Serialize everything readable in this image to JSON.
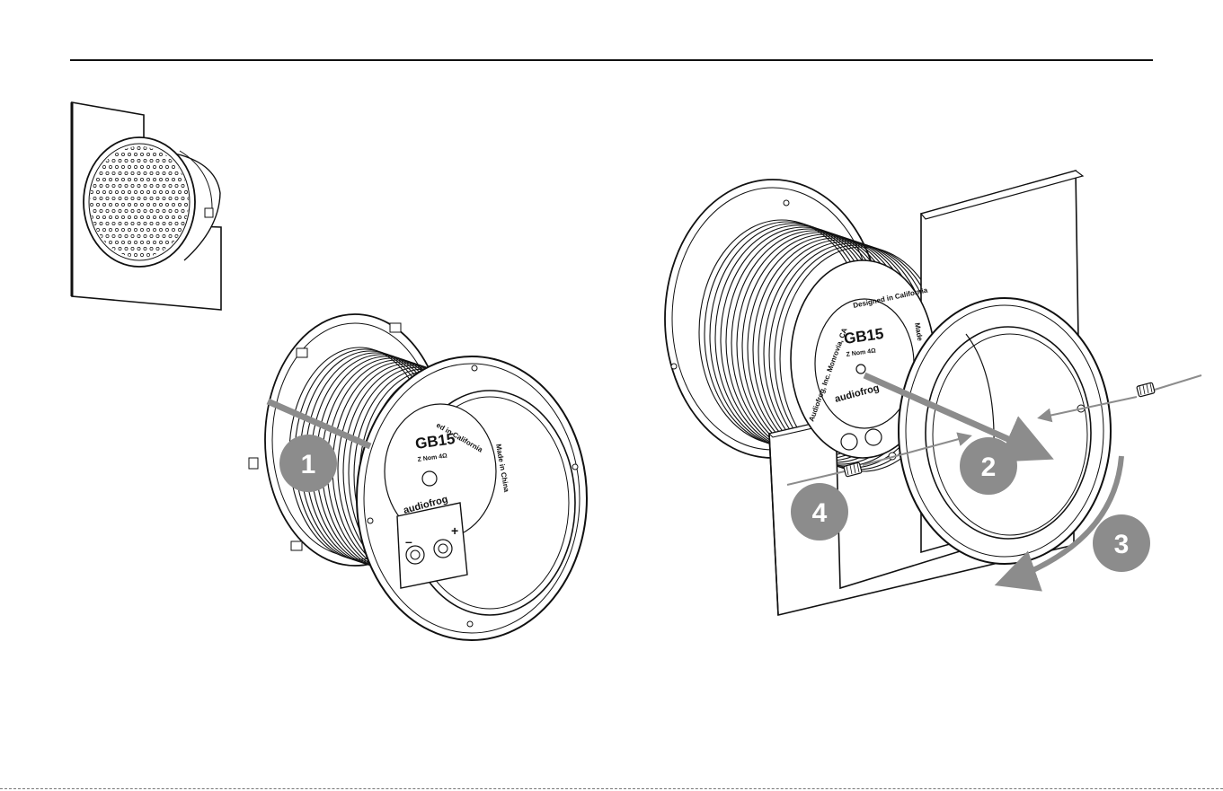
{
  "colors": {
    "line": "#111111",
    "arrow": "#8c8c8c",
    "badge": "#8c8c8c",
    "badge_text": "#ffffff"
  },
  "icons": [
    "grille-mounted-icon",
    "speaker-basket-icon",
    "mounting-panel-icon",
    "retaining-ring-icon",
    "set-screw-icon",
    "arrow-icon"
  ],
  "steps": [
    {
      "number": "1"
    },
    {
      "number": "2"
    },
    {
      "number": "3"
    },
    {
      "number": "4"
    }
  ],
  "speaker_left": {
    "model": "GB15",
    "impedance": "Z Nom 4Ω",
    "brand": "audiofrog",
    "ring_text_1": "ed in California",
    "ring_text_2": "Made in China",
    "terminal_minus": "–",
    "terminal_plus": "+"
  },
  "speaker_right": {
    "model": "GB15",
    "impedance": "Z Nom 4Ω",
    "brand": "audiofrog",
    "ring_text_1": "Audiofrog, Inc. Monrovia, CA",
    "ring_text_2": "Designed in California",
    "ring_text_3": "Made"
  }
}
